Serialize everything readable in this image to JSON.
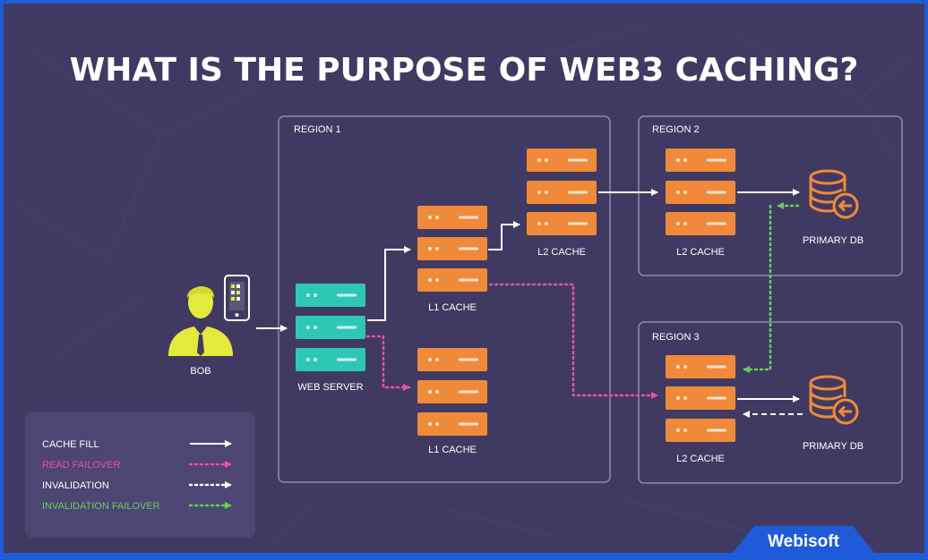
{
  "title": "WHAT IS THE PURPOSE OF WEB3 CACHING?",
  "colors": {
    "background": "#403a62",
    "server_orange": "#f08a3a",
    "server_teal": "#2ec7b6",
    "read_failover": "#ec4fa8",
    "invalidation_failover": "#63d15c",
    "user_yellow": "#e4ea3b",
    "brand_blue": "#1f5bd8"
  },
  "nodes": {
    "bob": "BOB",
    "web_server": "WEB SERVER",
    "l1_cache_top": "L1 CACHE",
    "l1_cache_bottom": "L1 CACHE",
    "r1_l2_cache": "L2 CACHE",
    "r2_l2_cache": "L2 CACHE",
    "r3_l2_cache": "L2 CACHE",
    "r2_primary_db": "PRIMARY DB",
    "r3_primary_db": "PRIMARY DB"
  },
  "regions": {
    "region1": "REGION 1",
    "region2": "REGION 2",
    "region3": "REGION 3"
  },
  "legend": {
    "items": [
      {
        "label": "CACHE FILL",
        "style": "solid",
        "color": "#ffffff"
      },
      {
        "label": "READ FAILOVER",
        "style": "dotted",
        "color": "#ec4fa8"
      },
      {
        "label": "INVALIDATION",
        "style": "dotted",
        "color": "#ffffff"
      },
      {
        "label": "INVALIDATION FAILOVER",
        "style": "dotted",
        "color": "#63d15c"
      }
    ]
  },
  "brand": "Webisoft",
  "icons": [
    "user-icon",
    "smartphone-icon",
    "server-icon",
    "database-icon",
    "arrow-left-icon"
  ]
}
